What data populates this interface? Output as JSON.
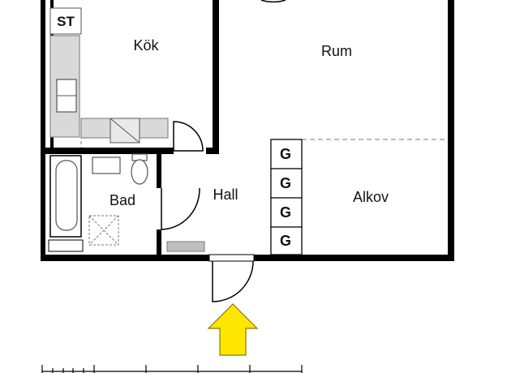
{
  "rooms": {
    "kitchen": "Kök",
    "living": "Rum",
    "bath": "Bad",
    "hall": "Hall",
    "alcove": "Alkov"
  },
  "markers": {
    "storage": "ST",
    "closet": "G"
  },
  "icons": {
    "entrance": "entrance-arrow-icon",
    "scale": "scale-bar-icon"
  },
  "colors": {
    "wall": "#000000",
    "fixture_fill": "#d9d9d9",
    "arrow": "#ffe600",
    "arrow_stroke": "#8a7a00"
  }
}
